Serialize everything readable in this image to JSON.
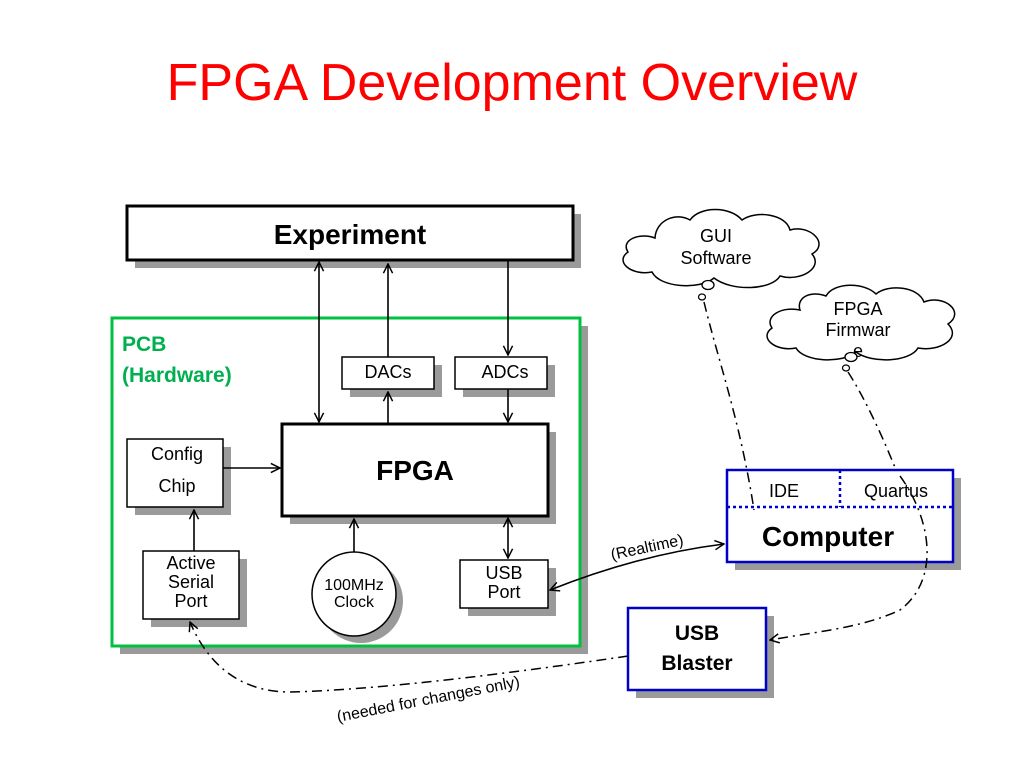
{
  "slide": {
    "title": "FPGA Development Overview"
  },
  "colors": {
    "title": "#ff0000",
    "pcb_border": "#00c040",
    "pcb_label": "#00b050",
    "computer_border": "#0000c8",
    "shadow": "#9a9a9a"
  },
  "nodes": {
    "experiment": "Experiment",
    "pcb_label_1": "PCB",
    "pcb_label_2": "(Hardware)",
    "dacs": "DACs",
    "adcs": "ADCs",
    "fpga": "FPGA",
    "config_1": "Config",
    "config_2": "Chip",
    "active_1": "Active",
    "active_2": "Serial",
    "active_3": "Port",
    "clock_1": "100MHz",
    "clock_2": "Clock",
    "usbport_1": "USB",
    "usbport_2": "Port",
    "ide": "IDE",
    "quartus": "Quartus",
    "computer": "Computer",
    "blaster_1": "USB",
    "blaster_2": "Blaster",
    "gui_1": "GUI",
    "gui_2": "Software",
    "firm_1": "FPGA",
    "firm_2": "Firmwar",
    "firm_3": "e"
  },
  "annotations": {
    "realtime": "(Realtime)",
    "needed": "(needed for changes only)"
  }
}
